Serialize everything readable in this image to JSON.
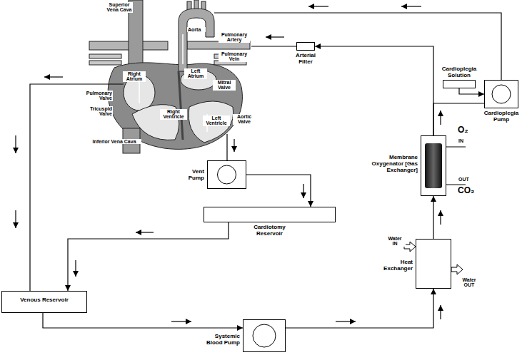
{
  "diagram": {
    "nodes": [
      {
        "text": [
          "Arterial Filter"
        ]
      },
      {
        "text": [
          "Cardioplegia Solution"
        ]
      },
      {
        "text": [
          "Cardioplegia Pump"
        ]
      },
      {
        "text": [
          "Membrane Oxygenator [Gas Exchanger]"
        ]
      },
      {
        "text": [
          "Vent Pump"
        ]
      },
      {
        "text": [
          "Cardiotomy Reservoir"
        ]
      },
      {
        "text": [
          "Heat Exchanger"
        ]
      },
      {
        "text": [
          "Venous Reservoir"
        ]
      },
      {
        "text": [
          "Systemic Blood Pump"
        ]
      }
    ],
    "edges": [
      {
        "from": 3,
        "to": 0,
        "arrow": "to"
      },
      {
        "from": 3,
        "to": 2,
        "arrow": "none"
      },
      {
        "from": 1,
        "to": 2,
        "arrow": "to"
      },
      {
        "from": 4,
        "to": 5,
        "arrow": "to"
      },
      {
        "from": 5,
        "to": 7,
        "arrow": "to"
      },
      {
        "from": 7,
        "to": 8,
        "arrow": "to"
      },
      {
        "from": 8,
        "to": 6,
        "arrow": "to"
      },
      {
        "from": 6,
        "to": 3,
        "arrow": "to"
      }
    ],
    "labels": [
      "Superior Vena Cava",
      "Aorta",
      "Pulmonary Artery",
      "Pulmonary Vein",
      "Right Atrium",
      "Left Atrium",
      "Mitral Valve",
      "Pulmonary Valve",
      "Tricuspid Valve",
      "Right Ventricle",
      "Left Ventricle",
      "Aortic Valve",
      "Inferior Vena Cava",
      "O₂",
      "IN",
      "OUT",
      "CO₂",
      "Water IN",
      "Water OUT"
    ]
  }
}
